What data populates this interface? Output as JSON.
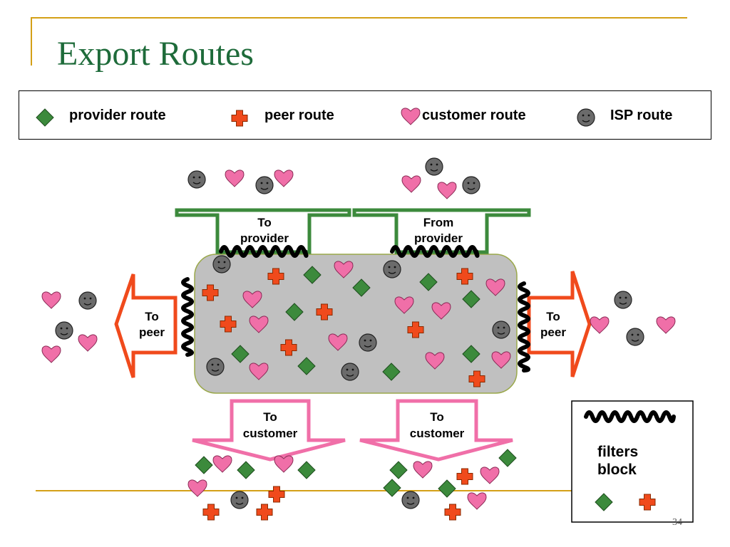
{
  "title": "Export Routes",
  "legend": {
    "provider": "provider route",
    "peer": "peer route",
    "customer": "customer route",
    "isp": "ISP route"
  },
  "arrows": {
    "to_provider": [
      "To",
      "provider"
    ],
    "from_provider": [
      "From",
      "provider"
    ],
    "to_peer_left": [
      "To",
      "peer"
    ],
    "to_peer_right": [
      "To",
      "peer"
    ],
    "to_customer_left": [
      "To",
      "customer"
    ],
    "to_customer_right": [
      "To",
      "customer"
    ]
  },
  "filter_box": {
    "line1": "filters",
    "line2": "block"
  },
  "page_number": "34",
  "colors": {
    "title": "#1e6b3a",
    "provider": "#3c8a3c",
    "peer": "#f04a1c",
    "customer": "#f06fa8",
    "isp": "#6b6b6b",
    "bucket": "#c0c0c0",
    "up_arrow": "#3c8a3c",
    "side_arrow": "#f04a1c",
    "down_arrow": "#f06fa8",
    "accent_line": "#d4a017"
  },
  "icons": [
    "diamond-icon",
    "cross-icon",
    "heart-icon",
    "smiley-icon",
    "squiggle-icon"
  ]
}
